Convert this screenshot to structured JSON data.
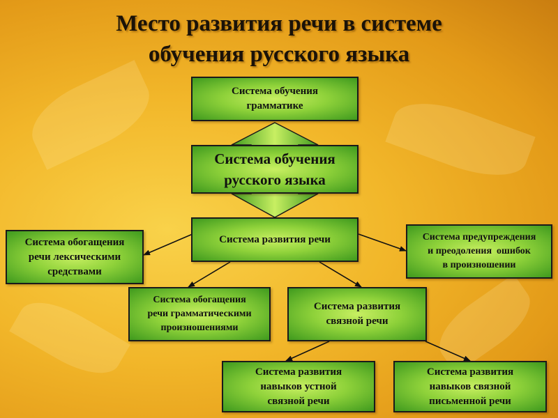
{
  "title": {
    "line1": "Место развития речи в системе",
    "line2": "обучения русского языка"
  },
  "colors": {
    "box_center": "#c8ef62",
    "box_edge": "#3f9a1e",
    "background": "#f2b72a"
  },
  "nodes": {
    "grammar": {
      "line1": "Система обучения",
      "line2": "грамматике"
    },
    "russian": {
      "line1": "Система обучения",
      "line2": "русского языка"
    },
    "speech_dev": {
      "line1": "Система развития речи"
    },
    "lexical": {
      "line1": "Система обогащения",
      "line2": "речи лексическими",
      "line3": "средствами"
    },
    "prevention": {
      "line1": "Система предупреждения",
      "line2": "и преодоления  ошибок",
      "line3": "в произношении"
    },
    "grammatical": {
      "line1": "Система обогащения",
      "line2": "речи грамматическими",
      "line3": "произношениями"
    },
    "coherent": {
      "line1": "Система развития",
      "line2": "связной речи"
    },
    "oral": {
      "line1": "Система развития",
      "line2": "навыков устной",
      "line3": "связной речи"
    },
    "written": {
      "line1": "Система развития",
      "line2": "навыков связной",
      "line3": "письменной речи"
    }
  }
}
